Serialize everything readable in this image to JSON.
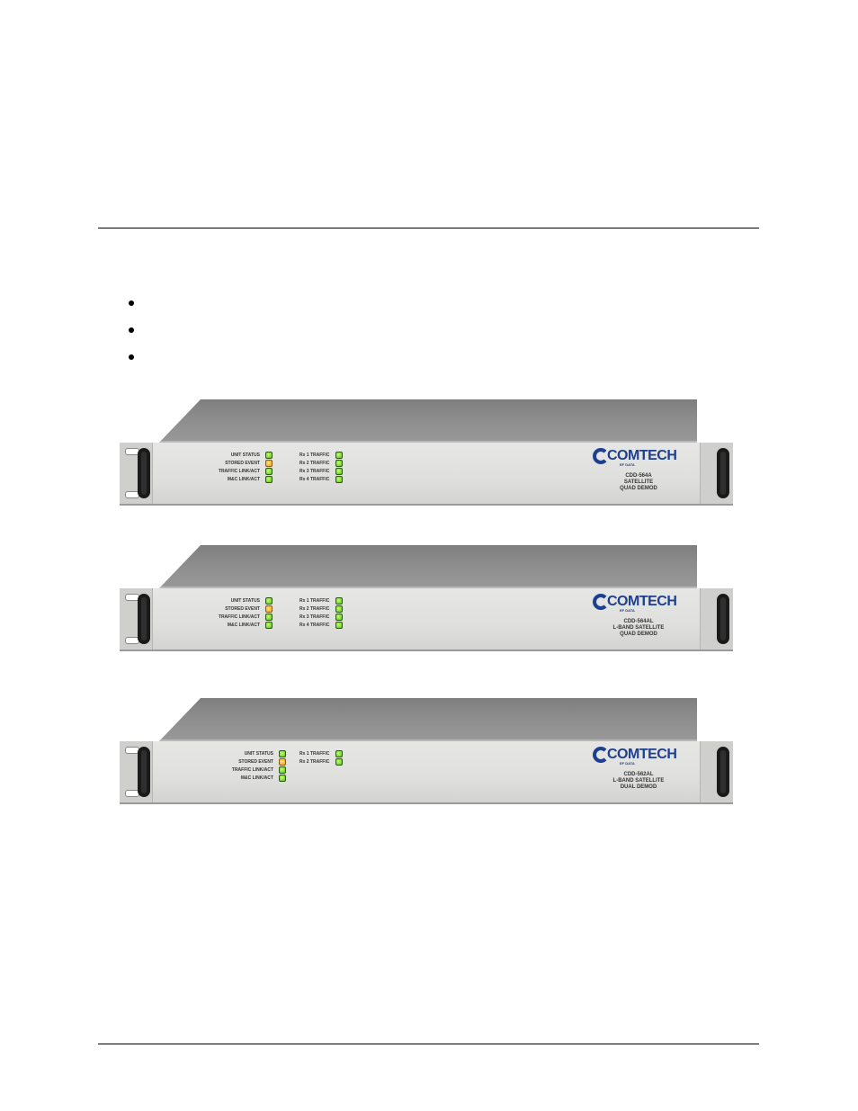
{
  "page": {
    "bullets": [
      "",
      "",
      ""
    ]
  },
  "units": [
    {
      "status_labels": [
        "UNIT STATUS",
        "STORED EVENT",
        "TRAFFIC LINK/ACT",
        "M&C LINK/ACT"
      ],
      "status_colors": [
        "green",
        "amber",
        "green",
        "green"
      ],
      "rx_labels": [
        "Rx 1 TRAFFIC",
        "Rx 2 TRAFFIC",
        "Rx 3 TRAFFIC",
        "Rx 4 TRAFFIC"
      ],
      "brand_logo": "COMTECH",
      "brand_sub": "EF DATA",
      "model_lines": [
        "CDD-564A",
        "SATELLITE",
        "QUAD DEMOD"
      ]
    },
    {
      "status_labels": [
        "UNIT STATUS",
        "STORED EVENT",
        "TRAFFIC LINK/ACT",
        "M&C LINK/ACT"
      ],
      "status_colors": [
        "green",
        "amber",
        "green",
        "green"
      ],
      "rx_labels": [
        "Rx 1 TRAFFIC",
        "Rx 2 TRAFFIC",
        "Rx 3 TRAFFIC",
        "Rx 4 TRAFFIC"
      ],
      "brand_logo": "COMTECH",
      "brand_sub": "EF DATA",
      "model_lines": [
        "CDD-564AL",
        "L-BAND SATELLITE",
        "QUAD DEMOD"
      ]
    },
    {
      "status_labels": [
        "UNIT STATUS",
        "STORED EVENT",
        "TRAFFIC LINK/ACT",
        "M&C LINK/ACT"
      ],
      "status_colors": [
        "green",
        "amber",
        "green",
        "green"
      ],
      "rx_labels": [
        "Rx 1 TRAFFIC",
        "Rx 2 TRAFFIC"
      ],
      "brand_logo": "COMTECH",
      "brand_sub": "EF DATA",
      "model_lines": [
        "CDD-562AL",
        "L-BAND SATELLITE",
        "DUAL DEMOD"
      ]
    }
  ]
}
